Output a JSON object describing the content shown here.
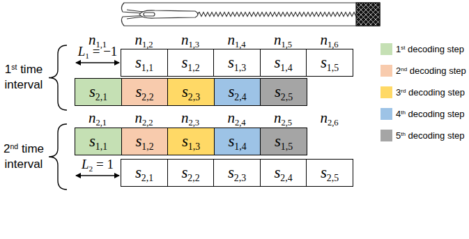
{
  "diagram": {
    "nodes": [
      {
        "text": [
          "s1,1"
        ]
      },
      {
        "text": [
          "s1,2"
        ]
      },
      {
        "text": [
          "s1,3"
        ]
      },
      {
        "text": [
          "s1,4"
        ]
      },
      {
        "text": [
          "s1,5"
        ]
      },
      {
        "text": [
          "s2,1"
        ]
      },
      {
        "text": [
          "s2,2"
        ]
      },
      {
        "text": [
          "s2,3"
        ]
      },
      {
        "text": [
          "s2,4"
        ]
      },
      {
        "text": [
          "s2,5"
        ]
      },
      {
        "text": [
          "s1,1"
        ]
      },
      {
        "text": [
          "s1,2"
        ]
      },
      {
        "text": [
          "s1,3"
        ]
      },
      {
        "text": [
          "s1,4"
        ]
      },
      {
        "text": [
          "s1,5"
        ]
      },
      {
        "text": [
          "s2,1"
        ]
      },
      {
        "text": [
          "s2,2"
        ]
      },
      {
        "text": [
          "s2,3"
        ]
      },
      {
        "text": [
          "s2,4"
        ]
      },
      {
        "text": [
          "s2,5"
        ]
      }
    ],
    "labels": [
      "1st time interval",
      "n1,1",
      "n1,2",
      "n1,3",
      "n1,4",
      "n1,5",
      "n1,6",
      "L1 = −1",
      "2nd time interval",
      "n2,1",
      "n2,2",
      "n2,3",
      "n2,4",
      "n2,5",
      "n2,6",
      "L2 = 1"
    ],
    "legend": [
      {
        "text": "1st decoding step",
        "color": "#c5e0b4"
      },
      {
        "text": "2nd decoding step",
        "color": "#f8cbad"
      },
      {
        "text": "3rd decoding step",
        "color": "#ffd966"
      },
      {
        "text": "4th decoding step",
        "color": "#9dc3e6"
      },
      {
        "text": "5th decoding step",
        "color": "#a5a5a5"
      }
    ]
  }
}
